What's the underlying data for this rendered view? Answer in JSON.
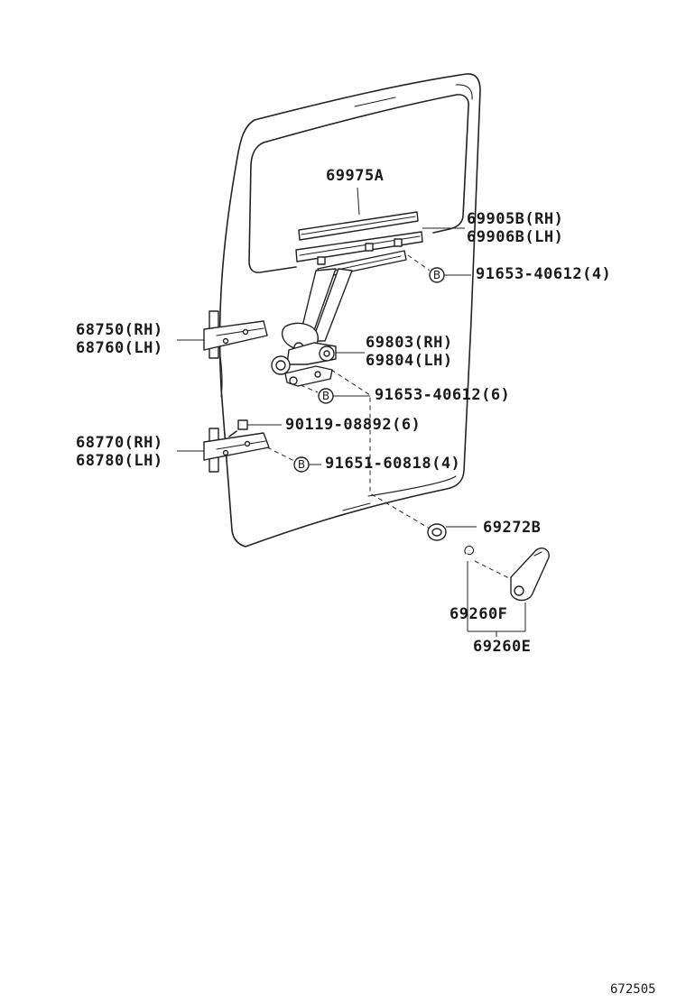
{
  "labels": {
    "guide_rail": "69975A",
    "channel_rh": "69905B(RH)",
    "channel_lh": "69906B(LH)",
    "channel_bolt": "91653-40612(4)",
    "upper_hinge_rh": "68750(RH)",
    "upper_hinge_lh": "68760(LH)",
    "regulator_rh": "69803(RH)",
    "regulator_lh": "69804(LH)",
    "regulator_bolt": "91653-40612(6)",
    "hinge_screw": "90119-08892(6)",
    "lower_hinge_rh": "68770(RH)",
    "lower_hinge_lh": "68780(LH)",
    "hinge_bolt": "91651-60818(4)",
    "handle_plate": "69272B",
    "handle_clip": "69260F",
    "handle_assy": "69260E"
  },
  "callout_letter": "B",
  "diagram_id": "672505"
}
